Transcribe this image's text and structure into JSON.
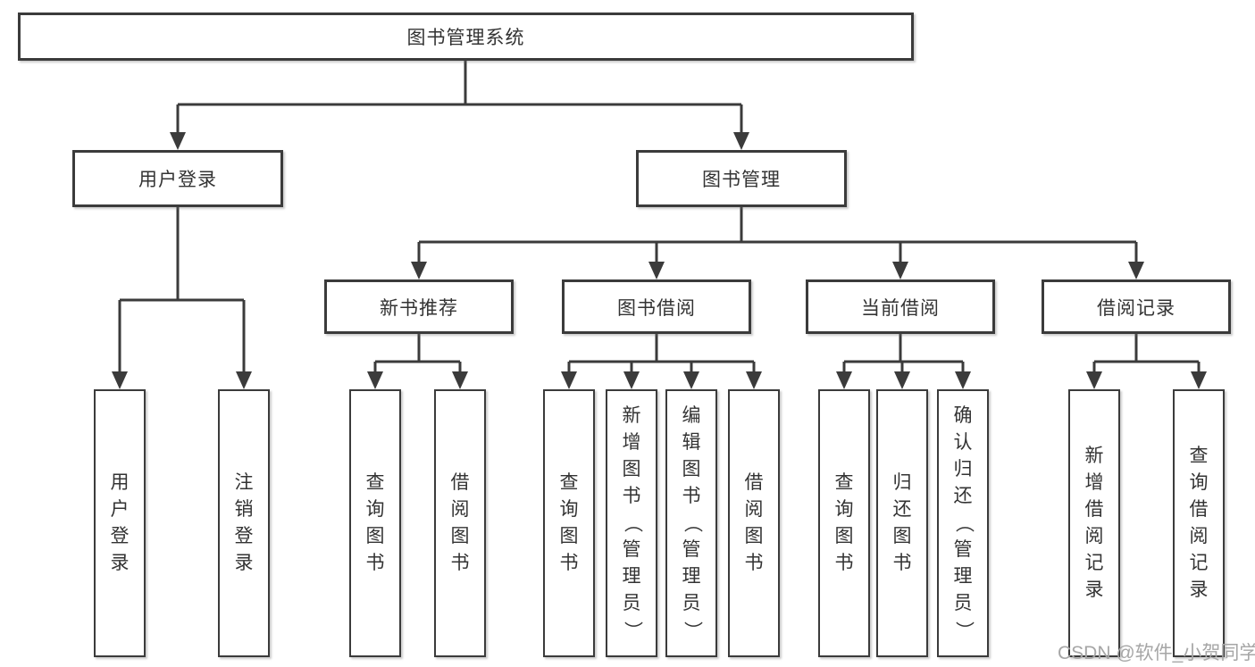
{
  "tree": {
    "label": "图书管理系统",
    "children": [
      {
        "label": "用户登录",
        "children": [
          {
            "label": "用户登录"
          },
          {
            "label": "注销登录"
          }
        ]
      },
      {
        "label": "图书管理",
        "children": [
          {
            "label": "新书推荐",
            "children": [
              {
                "label": "查询图书"
              },
              {
                "label": "借阅图书"
              }
            ]
          },
          {
            "label": "图书借阅",
            "children": [
              {
                "label": "查询图书"
              },
              {
                "label": "新增图书（管理员）"
              },
              {
                "label": "编辑图书（管理员）"
              },
              {
                "label": "借阅图书"
              }
            ]
          },
          {
            "label": "当前借阅",
            "children": [
              {
                "label": "查询图书"
              },
              {
                "label": "归还图书"
              },
              {
                "label": "确认归还（管理员）"
              }
            ]
          },
          {
            "label": "借阅记录",
            "children": [
              {
                "label": "新增借阅记录"
              },
              {
                "label": "查询借阅记录"
              }
            ]
          }
        ]
      }
    ]
  },
  "watermark": "CSDN @软件_小贺同学",
  "colors": {
    "line": "#3b3b3b",
    "text": "#333333",
    "box_fill": "#ffffff",
    "background": "#ffffff",
    "watermark": "#a6a6a6"
  }
}
